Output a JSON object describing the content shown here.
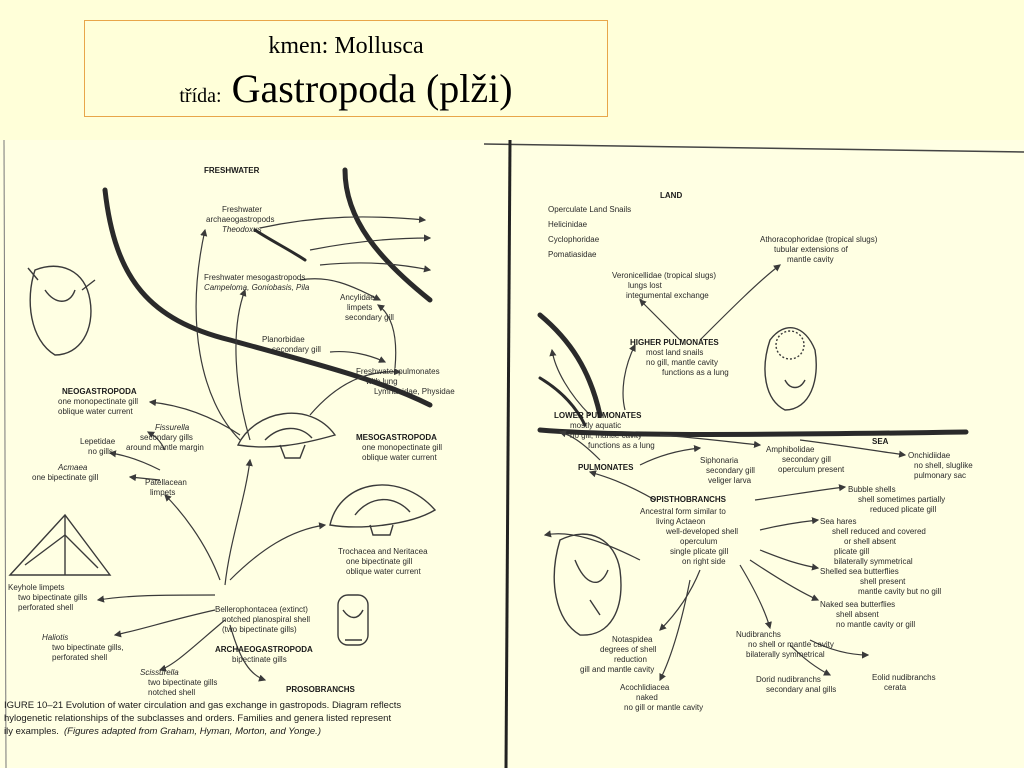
{
  "header": {
    "phylum_label": "kmen:",
    "phylum_name": "Mollusca",
    "class_label": "třída:",
    "class_name": "Gastropoda (plži)"
  },
  "left_panel": {
    "freshwater": "FRESHWATER",
    "fw_archaeo": [
      "Freshwater",
      "archaeogastropods",
      "Theodoxus"
    ],
    "fw_meso": [
      "Freshwater mesogastropods",
      "Campeloma, Goniobasis, Pila"
    ],
    "ancylidae": [
      "Ancylidae",
      "limpets",
      "secondary gill"
    ],
    "planorbidae": [
      "Planorbidae",
      "secondary gill"
    ],
    "fw_pulmonates": [
      "Freshwater pulmonates",
      "with lung",
      "Lymnaeidae, Physidae"
    ],
    "neogastropoda": [
      "NEOGASTROPODA",
      "one monopectinate gill",
      "oblique water current"
    ],
    "fissurella": [
      "Fissurella",
      "secondary gills",
      "around mantle margin"
    ],
    "lepetidae": [
      "Lepetidae",
      "no gills"
    ],
    "acmaea": [
      "Acmaea",
      "one bipectinate gill"
    ],
    "patellacean": [
      "Patellacean",
      "limpets"
    ],
    "mesogastropoda": [
      "MESOGASTROPODA",
      "one monopectinate gill",
      "oblique water current"
    ],
    "trochacea": [
      "Trochacea and Neritacea",
      "one bipectinate gill",
      "oblique water current"
    ],
    "keyhole": [
      "Keyhole limpets",
      "two bipectinate gills",
      "perforated shell"
    ],
    "haliotis": [
      "Haliotis",
      "two bipectinate gills,",
      "perforated shell"
    ],
    "scissurella": [
      "Scissurella",
      "two bipectinate gills",
      "notched shell"
    ],
    "bellerophontacea": [
      "Bellerophontacea (extinct)",
      "notched planospiral shell",
      "(two bipectinate gills)"
    ],
    "archaeogastropoda": [
      "ARCHAEOGASTROPODA",
      "bipectinate gills"
    ],
    "prosobranchs": "PROSOBRANCHS",
    "caption": [
      "IGURE 10–21  Evolution of water circulation and gas exchange in gastropods. Diagram reflects",
      "hylogenetic relationships of the subclasses and orders. Families and genera listed represent",
      "ily examples.",
      "(Figures adapted from Graham, Hyman, Morton, and Yonge.)"
    ]
  },
  "right_panel": {
    "land": "LAND",
    "land_families": [
      "Operculate Land Snails",
      "Helicinidae",
      "Cyclophoridae",
      "Pomatiasidae"
    ],
    "athoracophoridae": [
      "Athoracophoridae (tropical slugs)",
      "tubular extensions of",
      "mantle cavity"
    ],
    "veronicellidae": [
      "Veronicellidae (tropical slugs)",
      "lungs lost",
      "integumental exchange"
    ],
    "higher_pulmonates": [
      "HIGHER PULMONATES",
      "most land snails",
      "no gill, mantle cavity",
      "functions as a lung"
    ],
    "lower_pulmonates": [
      "LOWER PULMONATES",
      "mostly aquatic",
      "no gill, mantle cavity",
      "functions as a lung"
    ],
    "sea": "SEA",
    "amphibolidae": [
      "Amphibolidae",
      "secondary gill",
      "operculum present"
    ],
    "onchidiidae": [
      "Onchidiidae",
      "no shell, sluglike",
      "pulmonary sac"
    ],
    "pulmonates": "PULMONATES",
    "siphonaria": [
      "Siphonaria",
      "secondary gill",
      "veliger larva"
    ],
    "bubble": [
      "Bubble shells",
      "shell sometimes partially",
      "reduced plicate gill"
    ],
    "opisthobranchs": [
      "OPISTHOBRANCHS",
      "Ancestral form similar to",
      "living Actaeon",
      "well-developed shell",
      "operculum",
      "single plicate gill",
      "on right side"
    ],
    "sea_hares": [
      "Sea hares",
      "shell reduced and covered",
      "or shell absent",
      "plicate gill",
      "bilaterally symmetrical"
    ],
    "shelled_butterflies": [
      "Shelled sea butterflies",
      "shell present",
      "mantle cavity but no gill"
    ],
    "naked_butterflies": [
      "Naked sea butterflies",
      "shell absent",
      "no mantle cavity or gill"
    ],
    "nudibranchs": [
      "Nudibranchs",
      "no shell or mantle cavity",
      "bilaterally symmetrical"
    ],
    "notaspidea": [
      "Notaspidea",
      "degrees of shell",
      "reduction",
      "gill and mantle cavity"
    ],
    "dorid": [
      "Dorid nudibranchs",
      "secondary anal gills"
    ],
    "eolid": [
      "Eolid nudibranchs",
      "cerata"
    ],
    "acochlidiacea": [
      "Acochlidiacea",
      "naked",
      "no gill or mantle cavity"
    ]
  }
}
